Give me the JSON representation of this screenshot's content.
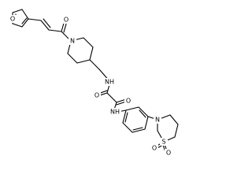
{
  "molecule": {
    "atom_labels": {
      "furan_oxygen": "O",
      "ketone_oxygen": "O",
      "piperidine_nitrogen": "N",
      "amide_nh_upper": "NH",
      "amide_oxygen_left": "O",
      "amide_oxygen_right": "O",
      "amide_nh_lower": "NH",
      "ring_nitrogen": "N",
      "ring_sulfur": "S",
      "sulfonyl_oxygen_left": "O",
      "sulfonyl_oxygen_right": "O"
    }
  },
  "colors": {
    "background": "#ffffff",
    "bond": "#000000",
    "label": "#000000"
  }
}
